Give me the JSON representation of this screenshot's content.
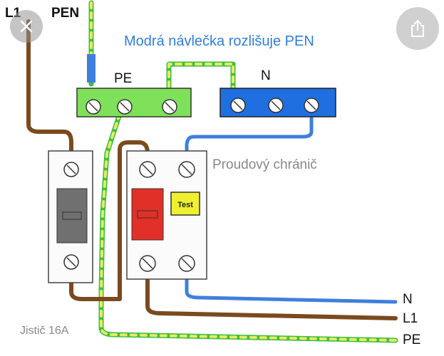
{
  "controls": {
    "close": "close",
    "share": "share"
  },
  "labels": {
    "l1_top": "L1",
    "pen_top": "PEN",
    "sleeve_note": "Modrá návlečka rozlišuje PEN",
    "pe_bar": "PE",
    "n_bar": "N",
    "rcd": "Proudový chránič",
    "test_button": "Test",
    "breaker": "Jistič 16A",
    "n_out": "N",
    "l1_out": "L1",
    "pe_out": "PE"
  },
  "colors": {
    "phase_wire": "#7a4a1e",
    "neutral_wire": "#3f7fdd",
    "pe_green": "#39c043",
    "pe_yellow": "#eaea60",
    "pe_bar": "#7fe05a",
    "n_bar": "#1f6fe0",
    "breaker_handle": "#707070",
    "rcd_handle": "#e03028",
    "test_button": "#f0f030",
    "label_blue": "#2f7ee0",
    "label_gray": "#888888"
  },
  "icons": {
    "close": "close-icon",
    "share": "share-icon"
  }
}
